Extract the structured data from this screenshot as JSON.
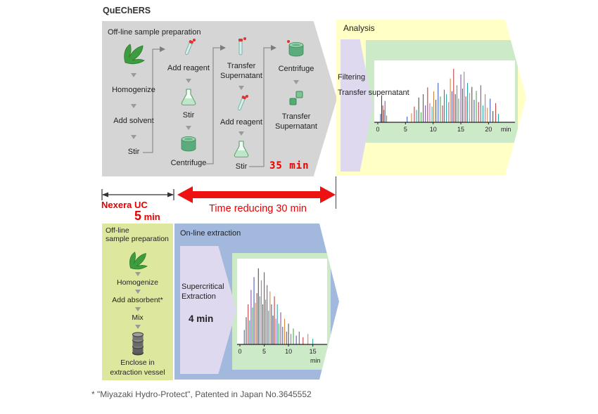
{
  "colors": {
    "accent_red": "#e60000",
    "panel_gray": "#d5d5d5",
    "panel_yellow": "#ffffc6",
    "panel_green": "#cdeac8",
    "panel_blue": "#a2b8dc",
    "panel_olive": "#dde89e",
    "arrow_purple": "#ded9ee"
  },
  "quechers": {
    "title": "QuEChERS",
    "offline": {
      "title": "Off-line sample preparation",
      "col1": {
        "s1": "Homogenize",
        "s2": "Add solvent",
        "s3": "Stir"
      },
      "col2": {
        "s1": "Add reagent",
        "s2": "Stir",
        "s3": "Centrifuge"
      },
      "col3": {
        "s1": "Transfer\nSupernatant",
        "s2": "Add reagent",
        "s3": "Stir"
      },
      "col4": {
        "s1": "Centrifuge",
        "s2": "Transfer\nSupernatant"
      },
      "time": "35 min"
    },
    "analysis": {
      "title": "Analysis",
      "step1": "Filtering",
      "step2": "Transfer supernatant"
    }
  },
  "timeline": {
    "system": "Nexera UC",
    "system_time_value": "5",
    "system_time_unit": " min",
    "reduction": "Time reducing 30 min"
  },
  "nexera": {
    "offline": {
      "title": "Off-line\nsample preparation",
      "s1": "Homogenize",
      "s2": "Add absorbent*",
      "s3": "Mix",
      "s4": "Enclose in\nextraction vessel"
    },
    "online": {
      "title": "On-line extraction",
      "extraction": "Supercritical\nExtraction",
      "time": "4 min"
    }
  },
  "footnote": "* \"Miyazaki Hydro-Protect\", Patented in Japan No.3645552",
  "chart_data": [
    {
      "type": "line",
      "name": "quechers-analysis-chromatogram",
      "xlabel": "min",
      "xticks": [
        0,
        5,
        10,
        15,
        20
      ],
      "xlim": [
        0,
        23
      ],
      "ylim": [
        0,
        1
      ],
      "colors": [
        "#b03030",
        "#3050b0",
        "#20a0a0",
        "#8040a0",
        "#d08030",
        "#404040",
        "#40a040",
        "#b060b0"
      ],
      "peaks": [
        [
          0.5,
          0.15,
          1
        ],
        [
          0.7,
          0.48,
          5
        ],
        [
          0.9,
          0.3,
          0
        ],
        [
          1.1,
          0.22,
          2
        ],
        [
          1.3,
          0.38,
          3
        ],
        [
          1.6,
          0.12,
          6
        ],
        [
          5.3,
          0.1,
          1
        ],
        [
          6.1,
          0.16,
          4
        ],
        [
          6.6,
          0.28,
          0
        ],
        [
          7.0,
          0.22,
          2
        ],
        [
          7.4,
          0.44,
          5
        ],
        [
          7.8,
          0.18,
          6
        ],
        [
          8.2,
          0.5,
          1
        ],
        [
          8.6,
          0.3,
          3
        ],
        [
          9.0,
          0.62,
          0
        ],
        [
          9.4,
          0.34,
          7
        ],
        [
          9.8,
          0.28,
          2
        ],
        [
          10.1,
          0.55,
          4
        ],
        [
          10.5,
          0.4,
          5
        ],
        [
          10.9,
          0.7,
          1
        ],
        [
          11.3,
          0.46,
          6
        ],
        [
          11.7,
          0.3,
          0
        ],
        [
          12.0,
          0.58,
          3
        ],
        [
          12.4,
          0.5,
          2
        ],
        [
          12.8,
          0.36,
          7
        ],
        [
          13.1,
          0.78,
          4
        ],
        [
          13.4,
          0.55,
          1
        ],
        [
          13.7,
          0.95,
          0
        ],
        [
          14.0,
          0.5,
          5
        ],
        [
          14.3,
          0.66,
          2
        ],
        [
          14.6,
          0.42,
          6
        ],
        [
          15.0,
          0.85,
          3
        ],
        [
          15.3,
          0.6,
          1
        ],
        [
          15.6,
          0.9,
          7
        ],
        [
          15.9,
          0.46,
          0
        ],
        [
          16.2,
          0.7,
          2
        ],
        [
          16.6,
          0.52,
          4
        ],
        [
          17.0,
          0.63,
          5
        ],
        [
          17.4,
          0.4,
          1
        ],
        [
          17.8,
          0.56,
          6
        ],
        [
          18.2,
          0.36,
          0
        ],
        [
          18.6,
          0.66,
          3
        ],
        [
          19.0,
          0.3,
          2
        ],
        [
          19.4,
          0.5,
          7
        ],
        [
          19.8,
          0.26,
          4
        ],
        [
          20.3,
          0.42,
          1
        ],
        [
          20.8,
          0.2,
          5
        ],
        [
          21.3,
          0.34,
          0
        ],
        [
          21.8,
          0.15,
          2
        ]
      ]
    },
    {
      "type": "line",
      "name": "nexera-online-chromatogram",
      "xlabel": "min",
      "xticks": [
        0,
        5,
        10,
        15
      ],
      "xlim": [
        0,
        16.5
      ],
      "ylim": [
        0,
        1
      ],
      "colors": [
        "#b03030",
        "#3050b0",
        "#20a0a0",
        "#8040a0",
        "#d08030",
        "#404040",
        "#40a040",
        "#b060b0"
      ],
      "peaks": [
        [
          0.9,
          0.18,
          1
        ],
        [
          1.3,
          0.34,
          5
        ],
        [
          1.7,
          0.5,
          0
        ],
        [
          2.0,
          0.3,
          2
        ],
        [
          2.3,
          0.68,
          3
        ],
        [
          2.6,
          0.46,
          6
        ],
        [
          2.9,
          0.84,
          1
        ],
        [
          3.2,
          0.52,
          4
        ],
        [
          3.5,
          0.64,
          0
        ],
        [
          3.8,
          0.95,
          5
        ],
        [
          4.1,
          0.6,
          2
        ],
        [
          4.4,
          0.8,
          7
        ],
        [
          4.7,
          0.5,
          1
        ],
        [
          5.0,
          0.9,
          0
        ],
        [
          5.3,
          0.56,
          6
        ],
        [
          5.6,
          0.74,
          3
        ],
        [
          5.9,
          0.42,
          2
        ],
        [
          6.2,
          0.66,
          4
        ],
        [
          6.5,
          0.5,
          1
        ],
        [
          6.8,
          0.36,
          5
        ],
        [
          7.1,
          0.6,
          0
        ],
        [
          7.4,
          0.32,
          7
        ],
        [
          7.7,
          0.5,
          2
        ],
        [
          8.0,
          0.26,
          6
        ],
        [
          8.4,
          0.4,
          3
        ],
        [
          8.8,
          0.22,
          1
        ],
        [
          9.2,
          0.32,
          4
        ],
        [
          9.6,
          0.16,
          0
        ],
        [
          10.0,
          0.26,
          5
        ],
        [
          10.5,
          0.13,
          2
        ],
        [
          11.0,
          0.2,
          6
        ],
        [
          11.6,
          0.11,
          1
        ],
        [
          12.2,
          0.16,
          3
        ],
        [
          13.0,
          0.09,
          0
        ],
        [
          14.0,
          0.13,
          4
        ],
        [
          15.0,
          0.07,
          2
        ]
      ]
    }
  ]
}
